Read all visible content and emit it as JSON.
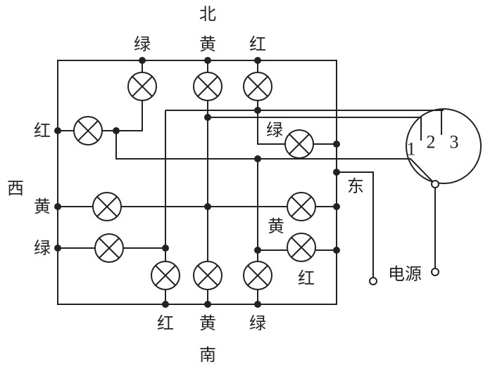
{
  "directions": {
    "north": "北",
    "south": "南",
    "west": "西",
    "east": "东"
  },
  "north_labels": [
    "绿",
    "黄",
    "红"
  ],
  "south_labels": [
    "红",
    "黄",
    "绿"
  ],
  "west_labels": [
    "红",
    "黄",
    "绿"
  ],
  "east_labels": [
    "绿",
    "黄",
    "红"
  ],
  "switch": {
    "positions": [
      "1",
      "2",
      "3"
    ]
  },
  "power_label": "电源"
}
